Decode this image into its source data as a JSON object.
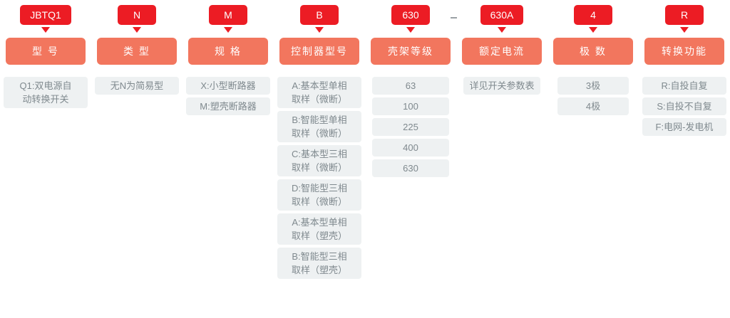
{
  "diagram": {
    "title": "JBTQ1 dual power automatic transfer switch model designation",
    "separator": "-",
    "colors": {
      "badge": "#ec1c24",
      "header": "#f2765e",
      "chip_bg": "#eef1f2",
      "chip_text": "#7f898e",
      "page_bg": "#ffffff"
    },
    "columns": [
      {
        "badge": "JBTQ1",
        "header": "型 号",
        "options": [
          "Q1:双电源自\n动转换开关"
        ]
      },
      {
        "badge": "N",
        "header": "类 型",
        "options": [
          "无N为简易型"
        ]
      },
      {
        "badge": "M",
        "header": "规 格",
        "options": [
          "X:小型断路器",
          "M:塑壳断路器"
        ]
      },
      {
        "badge": "B",
        "header": "控制器型号",
        "options": [
          "A:基本型单相\n取样（微断）",
          "B:智能型单相\n取样（微断）",
          "C:基本型三相\n取样（微断）",
          "D:智能型三相\n取样（微断）",
          "A:基本型单相\n取样（塑壳）",
          "B:智能型三相\n取样（塑壳）"
        ]
      },
      {
        "badge": "630",
        "header": "壳架等级",
        "options": [
          "63",
          "100",
          "225",
          "400",
          "630"
        ]
      },
      {
        "badge": "630A",
        "header": "额定电流",
        "options": [
          "详见开关参数表"
        ]
      },
      {
        "badge": "4",
        "header": "极 数",
        "options": [
          "3极",
          "4极"
        ]
      },
      {
        "badge": "R",
        "header": "转换功能",
        "options": [
          "R:自投自复",
          "S:自投不自复",
          "F:电网-发电机"
        ]
      }
    ]
  }
}
